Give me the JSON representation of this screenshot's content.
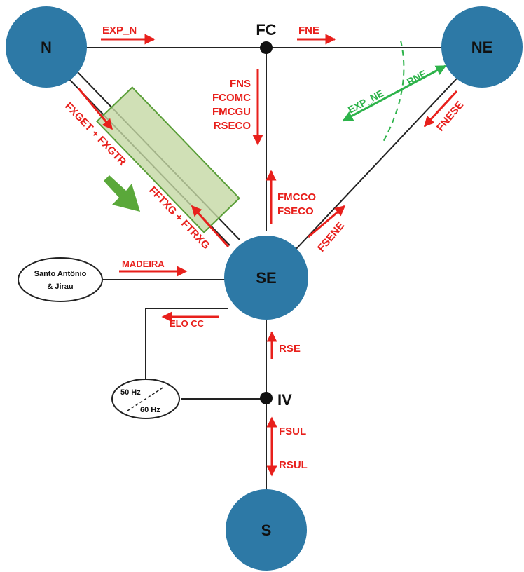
{
  "nodes": {
    "n": "N",
    "ne": "NE",
    "se": "SE",
    "s": "S"
  },
  "junctions": {
    "fc": "FC",
    "iv": "IV"
  },
  "ellipses": {
    "santo_line1": "Santo Antônio",
    "santo_line2": "& Jirau",
    "freq_50": "50 Hz",
    "freq_60": "60 Hz"
  },
  "flows": {
    "exp_n": "EXP_N",
    "fne": "FNE",
    "fns": "FNS",
    "fcomc": "FCOMC",
    "fmcgu": "FMCGU",
    "rseco": "RSECO",
    "fmcco": "FMCCO",
    "fseco": "FSECO",
    "exp_ne": "EXP_NE",
    "rne": "RNE",
    "fnese": "FNESE",
    "fsene": "FSENE",
    "fxget_fxgtr": "FXGET + FXGTR",
    "fftxg_ftrxg": "FFTXG + FTRXG",
    "madeira": "MADEIRA",
    "elo_cc": "ELO CC",
    "rse": "RSE",
    "fsul": "FSUL",
    "rsul": "RSUL"
  },
  "colors": {
    "node_fill": "#2D79A6",
    "flow_red": "#E8201C",
    "export_green": "#2DB34A",
    "box_fill": "#C4D8A4",
    "box_stroke": "#5A9E38",
    "big_arrow": "#5AA83A",
    "line": "#222222"
  }
}
